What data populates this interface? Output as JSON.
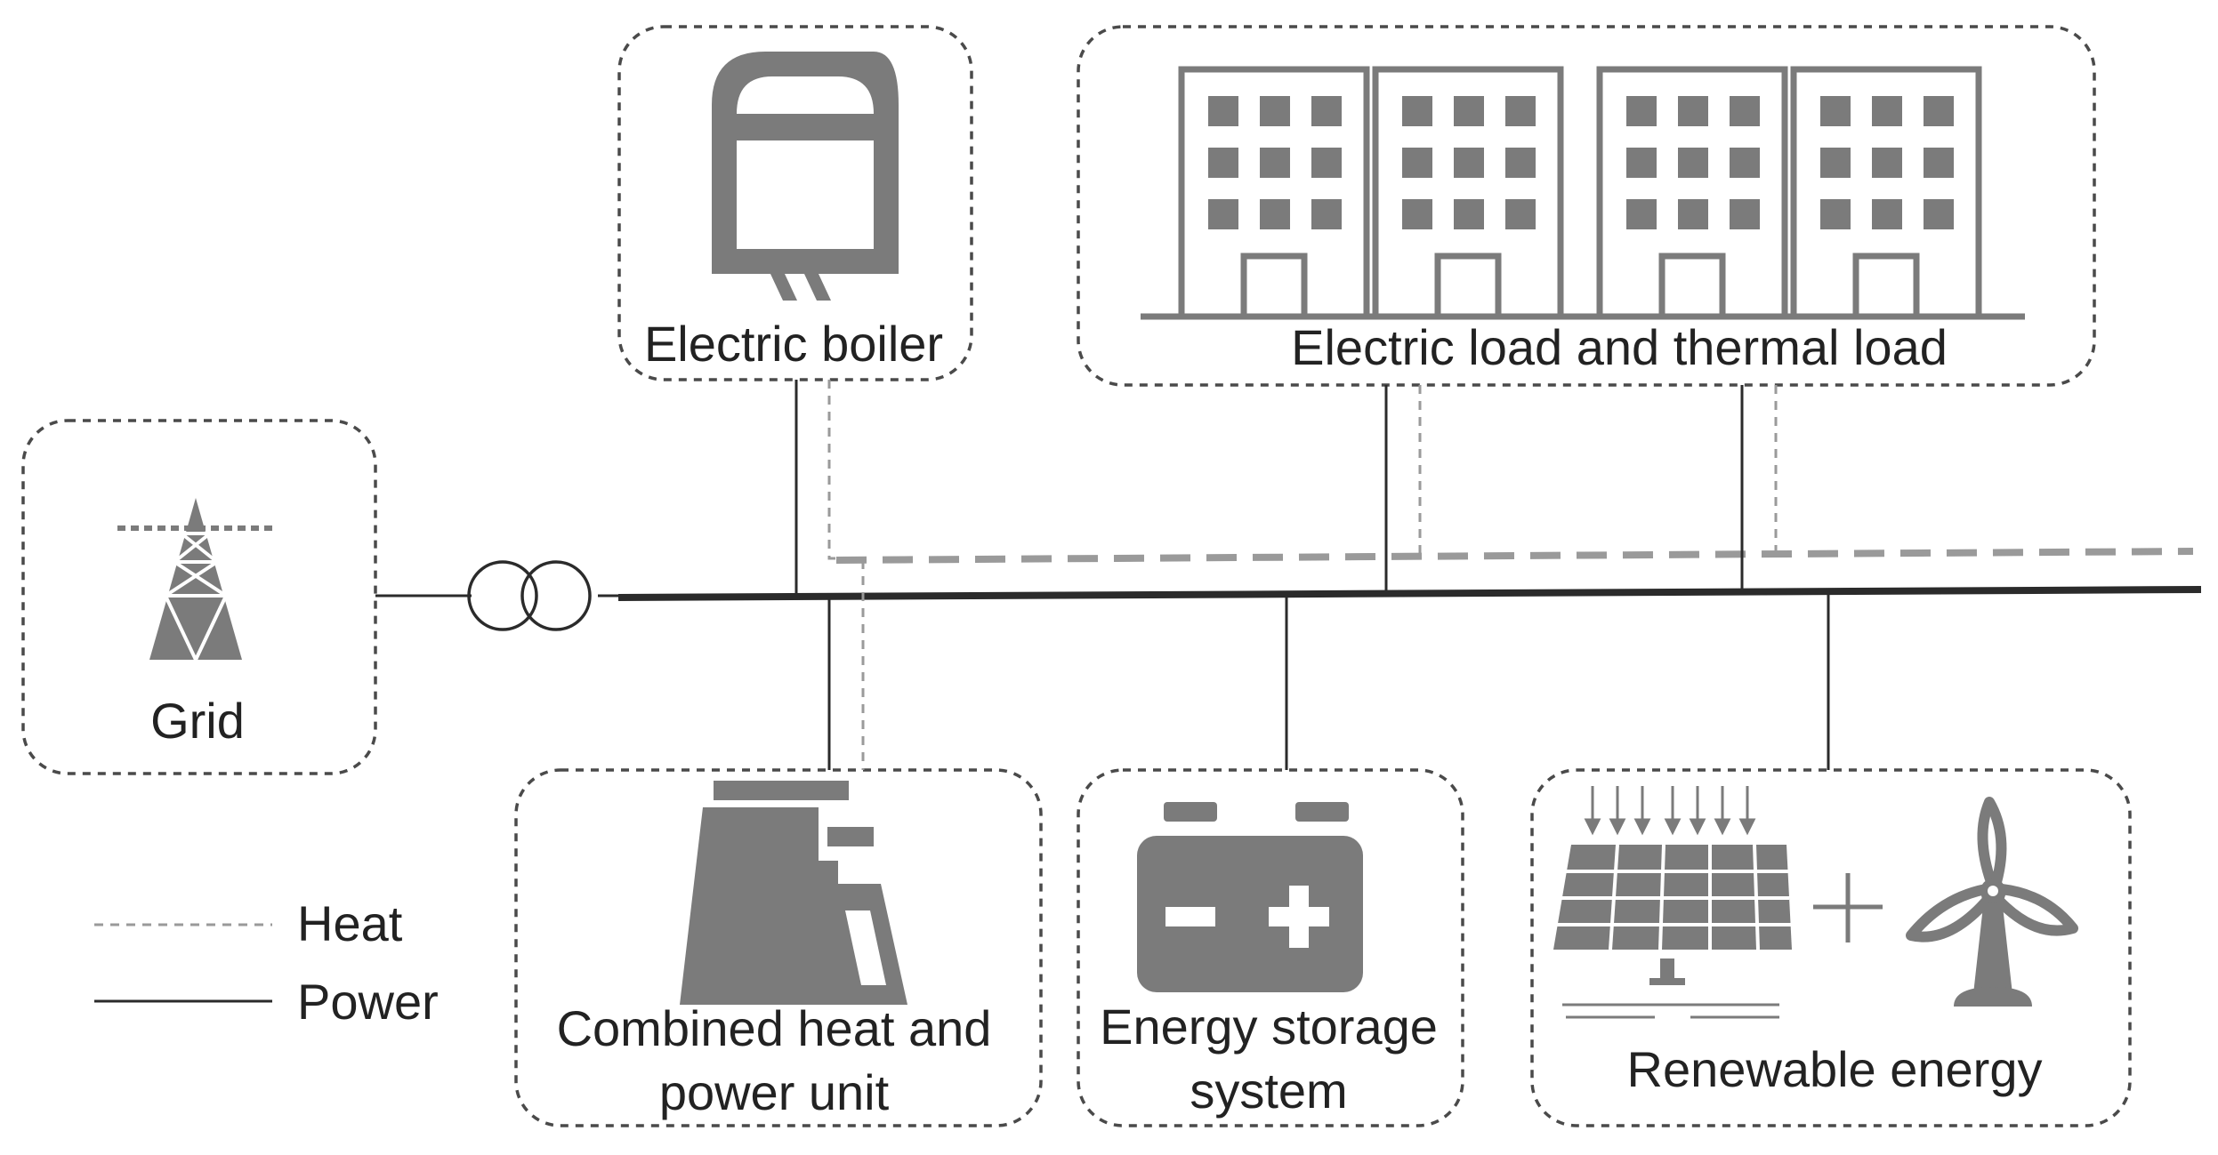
{
  "nodes": {
    "grid": {
      "label": "Grid"
    },
    "electric_boiler": {
      "label": "Electric boiler"
    },
    "loads": {
      "label": "Electric load and thermal load"
    },
    "chp": {
      "label_line1": "Combined heat and",
      "label_line2": "power unit"
    },
    "storage": {
      "label_line1": "Energy storage",
      "label_line2": "system"
    },
    "renewable": {
      "label": "Renewable energy"
    }
  },
  "legend": {
    "heat": "Heat",
    "power": "Power"
  },
  "icons": {
    "grid": "transmission-tower-icon",
    "transformer": "transformer-icon",
    "boiler": "electric-boiler-icon",
    "buildings": "building-icon",
    "chp": "power-plant-icon",
    "storage": "battery-icon",
    "solar": "solar-panel-icon",
    "plus": "plus-icon",
    "wind": "wind-turbine-icon"
  },
  "colors": {
    "icon": "#7b7b7b",
    "power": "#2b2b2b",
    "heat": "#9a9a9a"
  }
}
